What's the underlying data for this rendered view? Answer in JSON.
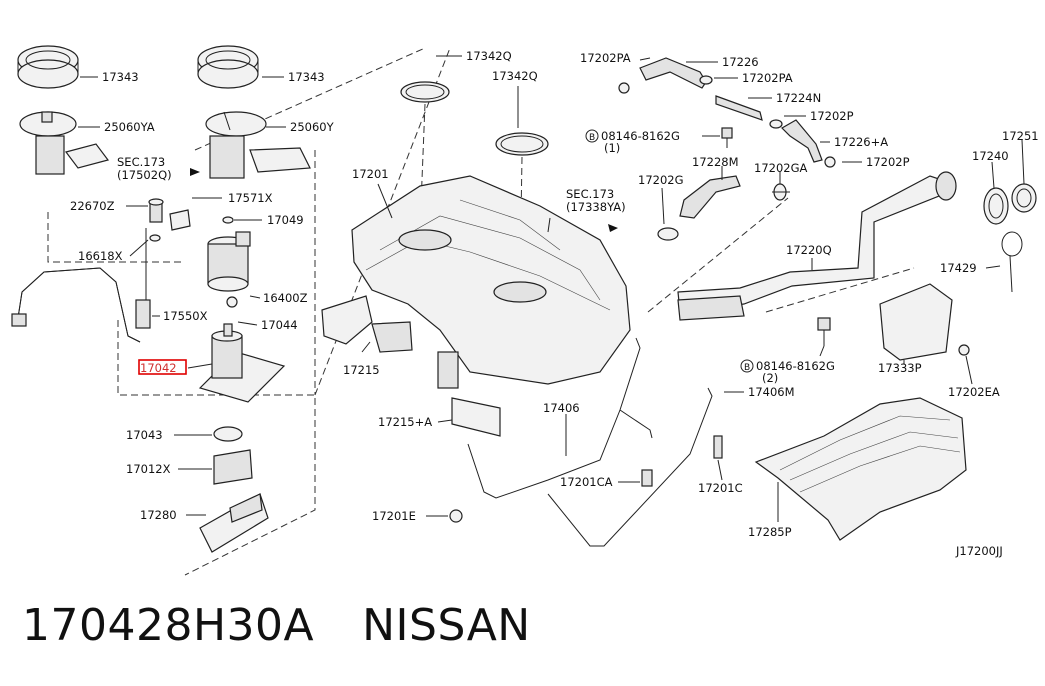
{
  "diagram_id": "J17200JJ",
  "highlighted_part": "17042",
  "highlight_color": "#e00000",
  "caption": {
    "part_number": "170428H30A",
    "brand": "NISSAN"
  },
  "labels": {
    "l17343a": "17343",
    "l17343b": "17343",
    "l25060ya": "25060YA",
    "l25060y": "25060Y",
    "sec173a1": "SEC.173",
    "sec173a2": "(17502Q)",
    "l22670z": "22670Z",
    "l17571x": "17571X",
    "l17049": "17049",
    "l16618x": "16618X",
    "l16400z": "16400Z",
    "l17550x": "17550X",
    "l17044": "17044",
    "l17042": "17042",
    "l17043": "17043",
    "l17012x": "17012X",
    "l17280": "17280",
    "l17342q_a": "17342Q",
    "l17342q_b": "17342Q",
    "l17201": "17201",
    "sec173b1": "SEC.173",
    "sec173b2": "(17338YA)",
    "l17215": "17215",
    "l17215a": "17215+A",
    "l17406": "17406",
    "l17201ca": "17201CA",
    "l17201e": "17201E",
    "l17201c": "17201C",
    "l17202pa": "17202PA",
    "l17226": "17226",
    "l17202pa2": "17202PA",
    "l17224n": "17224N",
    "l17202p": "17202P",
    "l08146a1": "08146-8162G",
    "l08146a2": "(1)",
    "l17226a": "17226+A",
    "l17228m": "17228M",
    "l17202ga": "17202GA",
    "l17202p2": "17202P",
    "l17202g": "17202G",
    "l17251": "17251",
    "l17240": "17240",
    "l17220q": "17220Q",
    "l17429": "17429",
    "l08146b1": "08146-8162G",
    "l08146b2": "(2)",
    "l17333p": "17333P",
    "l17202ea": "17202EA",
    "l17406m": "17406M",
    "l17285p": "17285P"
  }
}
